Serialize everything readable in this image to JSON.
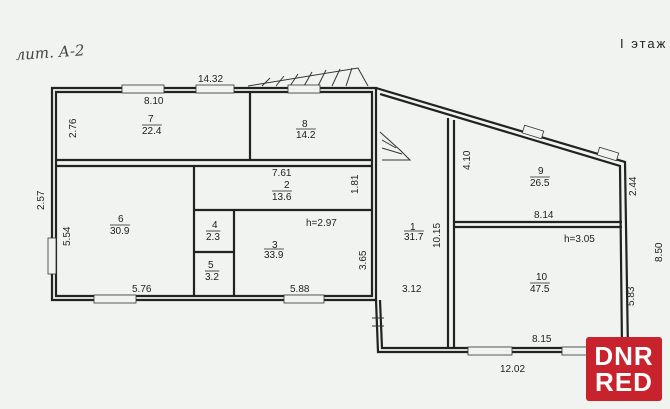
{
  "header": {
    "handwritten_note": "лит. А-2",
    "floor_label": "I этаж"
  },
  "dimensions": {
    "top_total": "14.32",
    "room7_width": "8.10",
    "room7_height": "2.76",
    "left_total": "2.57",
    "room6_height": "5.54",
    "room6_bottom": "5.76",
    "room3_bottom": "5.88",
    "room3_right": "3.65",
    "corridor_right": "1.81",
    "corridor_top": "7.61",
    "ceiling_left": "h=2.97",
    "room1_height": "10.15",
    "room1_bottom": "3.12",
    "room9_left": "4.10",
    "room9_right": "2.44",
    "room10_width": "8.14",
    "ceiling_right": "h=3.05",
    "right_total": "8.50",
    "room10_right": "5.83",
    "room10_bottom": "8.15",
    "bottom_total": "12.02"
  },
  "rooms": [
    {
      "num": "1",
      "area": "31.7"
    },
    {
      "num": "2",
      "area": "13.6"
    },
    {
      "num": "3",
      "area": "33.9"
    },
    {
      "num": "4",
      "area": "2.3"
    },
    {
      "num": "5",
      "area": "3.2"
    },
    {
      "num": "6",
      "area": "30.9"
    },
    {
      "num": "7",
      "area": "22.4"
    },
    {
      "num": "8",
      "area": "14.2"
    },
    {
      "num": "9",
      "area": "26.5"
    },
    {
      "num": "10",
      "area": "47.5"
    }
  ],
  "watermark": {
    "line1": "DNR",
    "line2": "RED",
    "color": "#c8232c"
  }
}
